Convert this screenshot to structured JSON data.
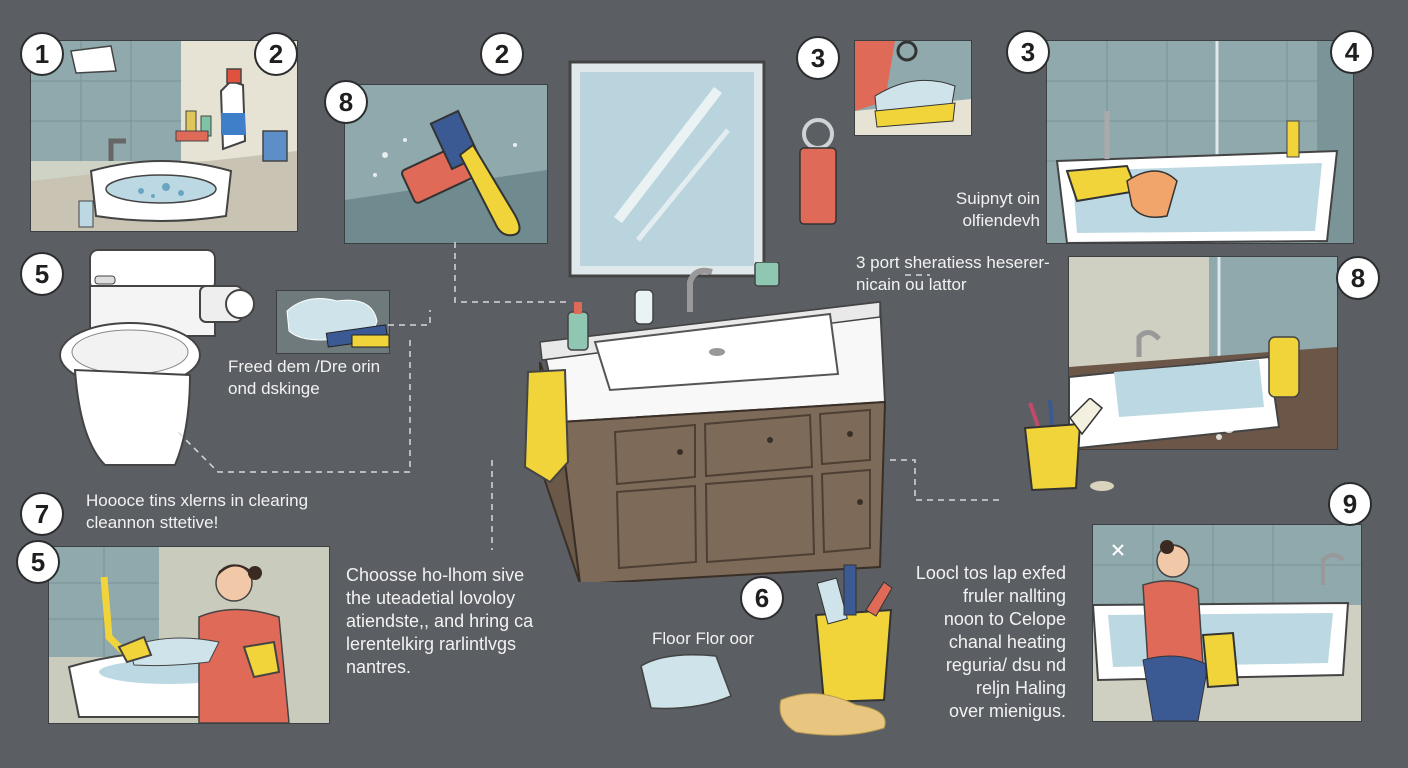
{
  "badges": [
    "1",
    "2",
    "2",
    "8",
    "3",
    "3",
    "4",
    "5",
    "8",
    "7",
    "5",
    "6",
    "9"
  ],
  "captions": {
    "freed": "Freed dem /Dre orin\nond dskinge",
    "suipnyt": "Suipnyt oin\nolfiendevh",
    "port": "3 port sheratiess heserer-\nnicain ou lattor",
    "hoose": "Hoooce tins xlerns in clearing\ncleannon sttetive!",
    "choosse": "Choosse ho-lhom sive\nthe uteadetial lovoloy\natiendste,, and hring ca\nlerentelkirg rarlintlvgs\nnantres.",
    "floor": "Floor Flor oor",
    "loocl": "Loocl tos lap exfed\nfruler nallting\nnoon to Celope\nchanal heating\nreguria/ dsu nd\nreljn Haling\nover mienigus."
  },
  "colors": {
    "background": "#5b5f63",
    "tile": "#8fa9ad",
    "yellow": "#f0d43a",
    "red": "#e06a58",
    "cabinet": "#7d6a58"
  },
  "icons": [
    "mirror-icon",
    "towel-ring-icon",
    "sink-icon",
    "toilet-icon",
    "bathtub-icon",
    "bucket-icon",
    "scraper-icon",
    "spray-bottle-icon",
    "glove-icon",
    "sponge-icon"
  ]
}
